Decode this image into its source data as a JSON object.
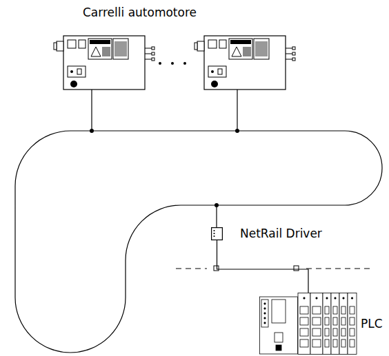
{
  "diagram": {
    "nodes": [
      {
        "text": [
          "NetRail Driver"
        ]
      },
      {
        "text": [
          "PLC"
        ]
      }
    ],
    "edges": [
      {
        "from": 0,
        "to": 1,
        "arrow": "none"
      }
    ],
    "labels": [
      "Carrelli automotore"
    ]
  }
}
